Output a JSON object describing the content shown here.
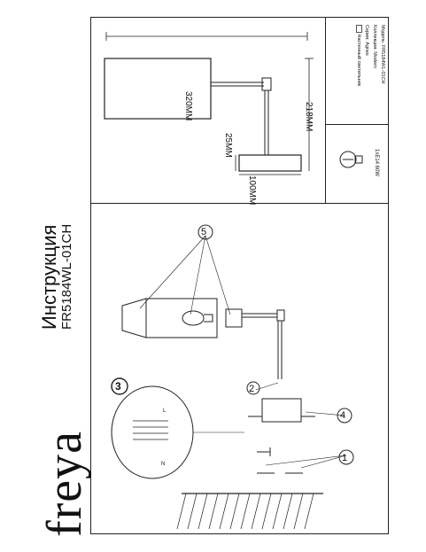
{
  "brand": {
    "logo_text": "freya"
  },
  "title": {
    "heading": "Инструкция",
    "model": "FR5184WL-01CH"
  },
  "dimensions": {
    "width": "320MM",
    "height": "218MM",
    "base_height": "25MM",
    "base_width": "100MM"
  },
  "info": {
    "model_label": "Модель:",
    "model_value": "FR5184WL-01CH",
    "collection_label": "Коллекция:",
    "collection_value": "Modern",
    "series_label": "Серия:",
    "series_value": "Agnes",
    "type_value": "Настенный светильник"
  },
  "bulb": {
    "spec": "1xE14 60W"
  },
  "callouts": {
    "c1": "1",
    "c2": "2",
    "c3": "3",
    "c4": "4",
    "c5": "5"
  },
  "wiring": {
    "terminal_l": "L",
    "terminal_n": "N"
  }
}
